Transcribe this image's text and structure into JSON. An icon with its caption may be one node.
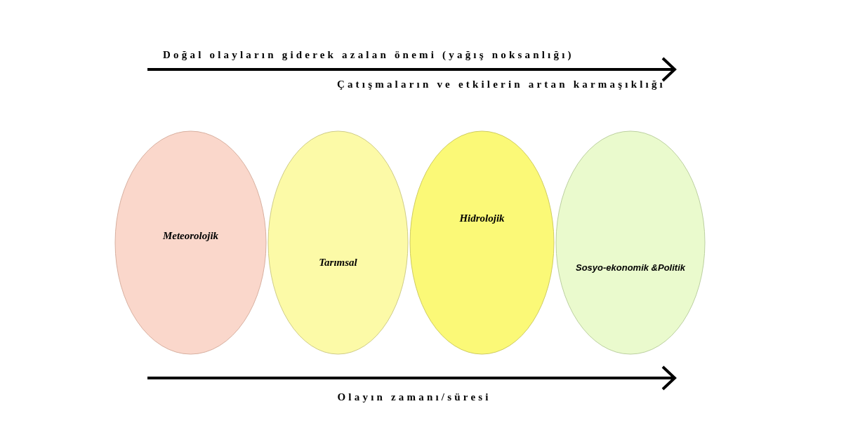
{
  "diagram": {
    "nodes": [
      {
        "text": [
          "Meteorolojik"
        ]
      },
      {
        "text": [
          "Tarımsal"
        ]
      },
      {
        "text": [
          "Hidrolojik"
        ]
      },
      {
        "text": [
          "Sosyo-ekonomik &Politik"
        ]
      }
    ],
    "labels": [
      "Doğal olayların giderek azalan önemi (yağış noksanlığı)",
      "Çatışmaların ve etkilerin artan karmaşıklığı",
      "Olayın zamanı/süresi"
    ]
  }
}
